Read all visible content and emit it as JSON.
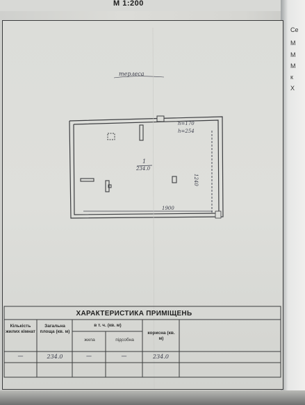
{
  "header": {
    "scale": "М 1:200"
  },
  "plan": {
    "floor_label": "терлеса",
    "room_number": "1",
    "room_area": "234.0",
    "dimension_h1": "h=170",
    "dimension_h2": "h=254",
    "dimension_right": "1240",
    "dimension_bottom": "1900"
  },
  "table": {
    "title": "ХАРАКТЕРИСТИКА ПРИМІЩЕНЬ",
    "columns": {
      "rooms": "Кількість жилих кімнат",
      "total": "Загальна площа (кв. м)",
      "incl": "в т. ч. (кв. м)",
      "living": "жила",
      "aux": "підсобна",
      "useful": "корисна (кв. м)"
    },
    "row": {
      "rooms": "—",
      "total": "234.0",
      "living": "—",
      "aux": "—",
      "useful": "234.0"
    }
  },
  "side_page": {
    "fragments": [
      "Се",
      "М",
      "М",
      "М",
      "к",
      "Х"
    ]
  }
}
